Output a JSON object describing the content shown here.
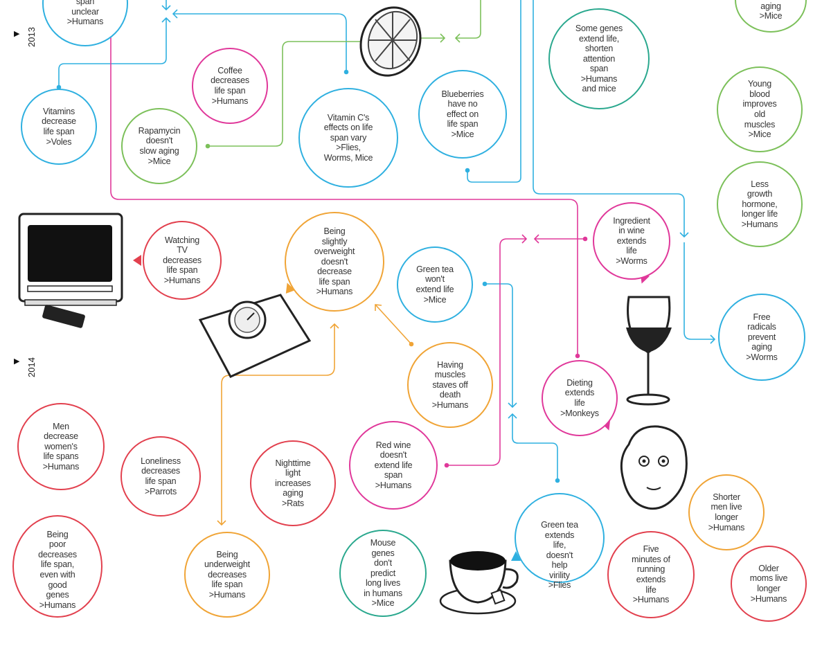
{
  "timeline": {
    "years": [
      "2013",
      "2014"
    ]
  },
  "colors": {
    "blue": "#2fb0e0",
    "pink": "#e0389a",
    "green": "#7cc05a",
    "teal": "#2aa88e",
    "orange": "#f0a436",
    "red": "#e2404e"
  },
  "facts": [
    {
      "text": "span\nunclear\n>Humans",
      "color": "blue"
    },
    {
      "text": "aging\n>Mice",
      "color": "green"
    },
    {
      "text": "Vitamins\ndecrease\nlife span\n>Voles",
      "color": "blue"
    },
    {
      "text": "Coffee\ndecreases\nlife span\n>Humans",
      "color": "pink"
    },
    {
      "text": "Rapamycin\ndoesn't\nslow aging\n>Mice",
      "color": "green"
    },
    {
      "text": "Vitamin C's\neffects on life\nspan vary\n>Flies,\nWorms, Mice",
      "color": "blue"
    },
    {
      "text": "Blueberries\nhave no\neffect on\nlife span\n>Mice",
      "color": "blue"
    },
    {
      "text": "Some genes\nextend life,\nshorten\nattention\nspan\n>Humans\nand mice",
      "color": "teal"
    },
    {
      "text": "Young\nblood\nimproves\nold\nmuscles\n>Mice",
      "color": "green"
    },
    {
      "text": "Less\ngrowth\nhormone,\nlonger life\n>Humans",
      "color": "green"
    },
    {
      "text": "Ingredient\nin wine\nextends\nlife\n>Worms",
      "color": "pink"
    },
    {
      "text": "Watching\nTV\ndecreases\nlife span\n>Humans",
      "color": "red"
    },
    {
      "text": "Being\nslightly\noverweight\ndoesn't\ndecrease\nlife span\n>Humans",
      "color": "orange"
    },
    {
      "text": "Green tea\nwon't\nextend life\n>Mice",
      "color": "blue"
    },
    {
      "text": "Free\nradicals\nprevent\naging\n>Worms",
      "color": "blue"
    },
    {
      "text": "Having\nmuscles\nstaves off\ndeath\n>Humans",
      "color": "orange"
    },
    {
      "text": "Dieting\nextends\nlife\n>Monkeys",
      "color": "pink"
    },
    {
      "text": "Men\ndecrease\nwomen's\nlife spans\n>Humans",
      "color": "red"
    },
    {
      "text": "Loneliness\ndecreases\nlife span\n>Parrots",
      "color": "red"
    },
    {
      "text": "Nighttime\nlight\nincreases\naging\n>Rats",
      "color": "red"
    },
    {
      "text": "Red wine\ndoesn't\nextend life\nspan\n>Humans",
      "color": "pink"
    },
    {
      "text": "Being\npoor\ndecreases\nlife span,\neven with\ngood\ngenes\n>Humans",
      "color": "red"
    },
    {
      "text": "Being\nunderweight\ndecreases\nlife span\n>Humans",
      "color": "orange"
    },
    {
      "text": "Mouse\ngenes\ndon't\npredict\nlong lives\nin humans\n>Mice",
      "color": "teal"
    },
    {
      "text": "Green tea\nextends\nlife,\ndoesn't\nhelp\nvirility\n>Flies",
      "color": "blue"
    },
    {
      "text": "Five\nminutes of\nrunning\nextends\nlife\n>Humans",
      "color": "red"
    },
    {
      "text": "Shorter\nmen live\nlonger\n>Humans",
      "color": "orange"
    },
    {
      "text": "Older\nmoms live\nlonger\n>Humans",
      "color": "red"
    }
  ]
}
